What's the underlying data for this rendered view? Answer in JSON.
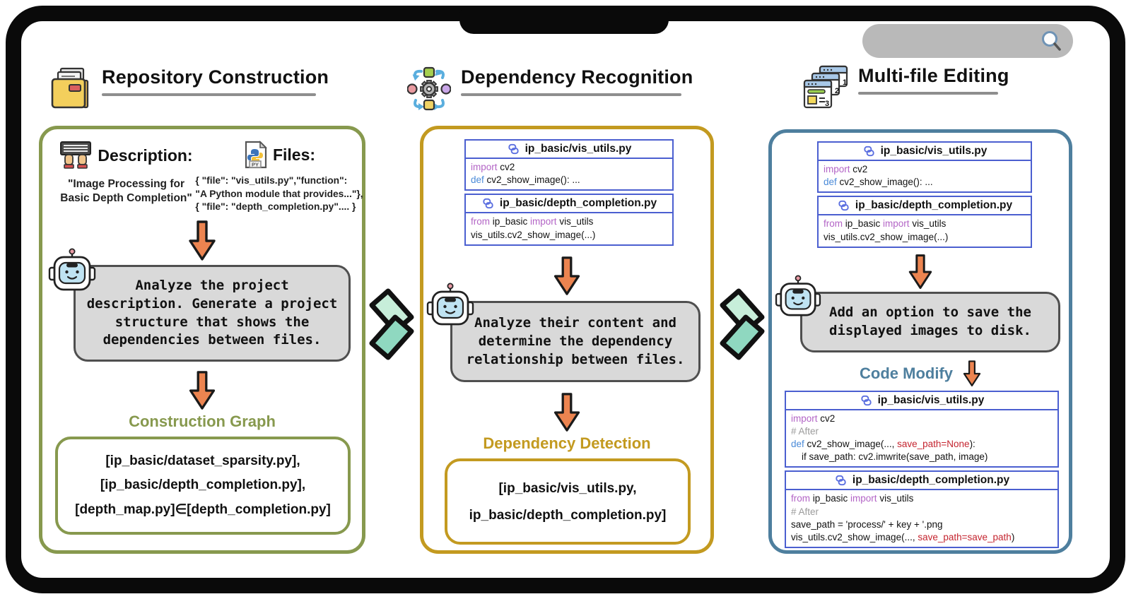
{
  "chrome": {
    "search": {
      "value": "",
      "icon": "magnifier-icon"
    }
  },
  "colors": {
    "repo_accent": "#87994e",
    "dep_accent": "#c39a20",
    "edit_accent": "#4e7f9e",
    "arrow_orange": "#ec8450",
    "chevron_light": "#c7eeda",
    "chevron_dark": "#8fd8c0",
    "code_border": "#4b5fd0",
    "keyword_purple": "#b365c6",
    "def_blue": "#4a8ad8",
    "comment_gray": "#9b9b9b",
    "highlight_red": "#c4242f"
  },
  "sections": [
    {
      "id": "repository-construction",
      "title": "Repository Construction",
      "description": {
        "label": "Description:",
        "text": "\"Image Processing for Basic Depth Completion\""
      },
      "files": {
        "label": "Files:",
        "lines": [
          "{ \"file\": \"vis_utils.py\",\"function\":",
          "\"A Python module that provides...\"},",
          "{ \"file\": \"depth_completion.py\".... }"
        ]
      },
      "instruction": "Analyze the project description. Generate a project structure that shows the dependencies between files.",
      "result": {
        "label": "Construction Graph",
        "lines": [
          "[ip_basic/dataset_sparsity.py],",
          "[ip_basic/depth_completion.py],",
          "[depth_map.py]∈[depth_completion.py]"
        ]
      }
    },
    {
      "id": "dependency-recognition",
      "title": "Dependency Recognition",
      "code_files": [
        {
          "title": "ip_basic/vis_utils.py",
          "lines": [
            [
              {
                "c": "kw",
                "s": "import"
              },
              {
                "c": "pl",
                "s": " cv2"
              }
            ],
            [
              {
                "c": "df",
                "s": "def"
              },
              {
                "c": "pl",
                "s": " cv2_show_image(): ..."
              }
            ]
          ]
        },
        {
          "title": "ip_basic/depth_completion.py",
          "lines": [
            [
              {
                "c": "kw",
                "s": "from"
              },
              {
                "c": "pl",
                "s": " ip_basic "
              },
              {
                "c": "kw",
                "s": "import"
              },
              {
                "c": "pl",
                "s": " vis_utils"
              }
            ],
            [
              {
                "c": "pl",
                "s": "vis_utils.cv2_show_image(...)"
              }
            ]
          ]
        }
      ],
      "instruction": "Analyze their content and determine the dependency relationship between files.",
      "result": {
        "label": "Dependency Detection",
        "lines": [
          "[ip_basic/vis_utils.py,",
          "ip_basic/depth_completion.py]"
        ]
      }
    },
    {
      "id": "multi-file-editing",
      "title": "Multi-file Editing",
      "code_files": [
        {
          "title": "ip_basic/vis_utils.py",
          "lines": [
            [
              {
                "c": "kw",
                "s": "import"
              },
              {
                "c": "pl",
                "s": " cv2"
              }
            ],
            [
              {
                "c": "df",
                "s": "def"
              },
              {
                "c": "pl",
                "s": " cv2_show_image(): ..."
              }
            ]
          ]
        },
        {
          "title": "ip_basic/depth_completion.py",
          "lines": [
            [
              {
                "c": "kw",
                "s": "from"
              },
              {
                "c": "pl",
                "s": " ip_basic "
              },
              {
                "c": "kw",
                "s": "import"
              },
              {
                "c": "pl",
                "s": " vis_utils"
              }
            ],
            [
              {
                "c": "pl",
                "s": "vis_utils.cv2_show_image(...)"
              }
            ]
          ]
        }
      ],
      "instruction": "Add an option to save the displayed images to disk.",
      "modify_label": "Code Modify",
      "modified_files": [
        {
          "title": "ip_basic/vis_utils.py",
          "lines": [
            [
              {
                "c": "kw",
                "s": "import"
              },
              {
                "c": "pl",
                "s": " cv2"
              }
            ],
            [
              {
                "c": "cm",
                "s": "# After"
              }
            ],
            [
              {
                "c": "df",
                "s": "def"
              },
              {
                "c": "pl",
                "s": " cv2_show_image(..., "
              },
              {
                "c": "rd",
                "s": "save_path=None"
              },
              {
                "c": "pl",
                "s": "):"
              }
            ],
            [
              {
                "c": "pl",
                "s": "    if save_path: cv2.imwrite(save_path, image)"
              }
            ]
          ]
        },
        {
          "title": "ip_basic/depth_completion.py",
          "lines": [
            [
              {
                "c": "kw",
                "s": "from"
              },
              {
                "c": "pl",
                "s": " ip_basic "
              },
              {
                "c": "kw",
                "s": "import"
              },
              {
                "c": "pl",
                "s": " vis_utils"
              }
            ],
            [
              {
                "c": "cm",
                "s": "# After"
              }
            ],
            [
              {
                "c": "pl",
                "s": "save_path = 'process/' + key + '.png"
              }
            ],
            [
              {
                "c": "pl",
                "s": "vis_utils.cv2_show_image(..., "
              },
              {
                "c": "rd",
                "s": "save_path=save_path"
              },
              {
                "c": "pl",
                "s": ")"
              }
            ]
          ]
        }
      ]
    }
  ]
}
